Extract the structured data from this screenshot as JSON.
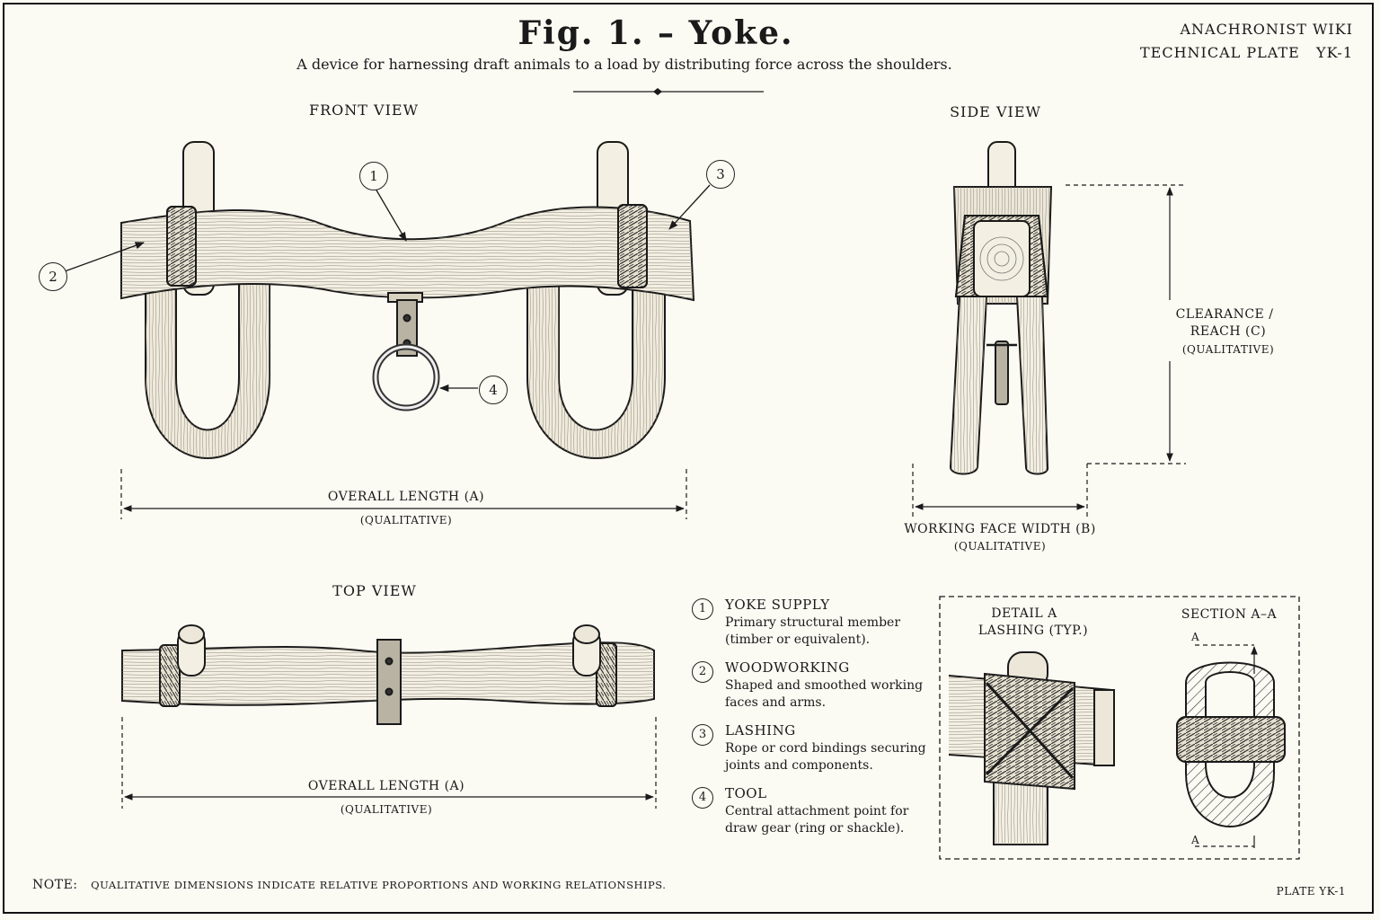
{
  "header": {
    "title": "Fig. 1. – Yoke.",
    "subtitle": "A device for harnessing draft animals to a load by distributing force across the shoulders.",
    "org_line1": "ANACHRONIST WIKI",
    "org_line2": "TECHNICAL PLATE   YK-1"
  },
  "views": {
    "front": "FRONT VIEW",
    "side": "SIDE VIEW",
    "top": "TOP VIEW",
    "detail_a": "DETAIL A",
    "detail_a_sub": "LASHING (TYP.)",
    "section": "SECTION A–A",
    "section_mark": "A"
  },
  "dimensions": {
    "overall_length": "OVERALL LENGTH (A)",
    "qualitative": "(QUALITATIVE)",
    "working_face": "WORKING FACE WIDTH (B)",
    "clearance_1": "CLEARANCE /",
    "clearance_2": "REACH  (C)"
  },
  "callouts": [
    "1",
    "2",
    "3",
    "4"
  ],
  "legend": [
    {
      "num": "1",
      "title": "YOKE SUPPLY",
      "desc": "Primary structural member (timber or equivalent)."
    },
    {
      "num": "2",
      "title": "WOODWORKING",
      "desc": "Shaped and smoothed working faces and arms."
    },
    {
      "num": "3",
      "title": "LASHING",
      "desc": "Rope or cord bindings securing joints and components."
    },
    {
      "num": "4",
      "title": "TOOL",
      "desc": "Central attachment point for draw gear (ring or shackle)."
    }
  ],
  "footer": {
    "note_label": "NOTE:",
    "note": "QUALITATIVE DIMENSIONS INDICATE RELATIVE PROPORTIONS AND WORKING RELATIONSHIPS.",
    "plate": "PLATE YK-1"
  },
  "colors": {
    "ink": "#1a1a1a",
    "paper": "#fbfaf3",
    "wood": "#f3efe2"
  }
}
